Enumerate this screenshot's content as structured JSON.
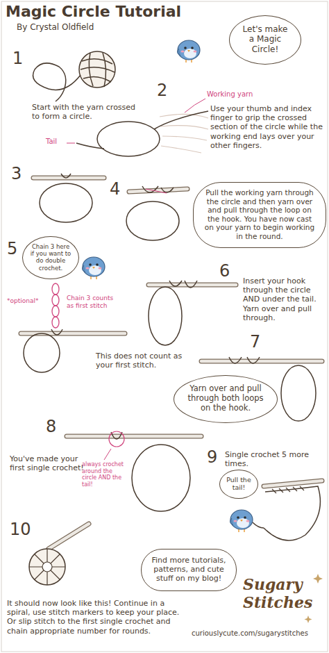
{
  "diagram": {
    "title": "Magic Circle Tutorial",
    "nodes": [
      {
        "text": [
          "Let's make a Magic Circle!"
        ]
      },
      {
        "text": [
          "Pull the working yarn through the circle and then yarn over and pull through the loop on the hook. You have now cast on your yarn to begin working in the round."
        ]
      },
      {
        "text": [
          "Chain 3 here if you want to do double crochet."
        ]
      },
      {
        "text": [
          "Yarn over and pull through both loops on the hook."
        ]
      },
      {
        "text": [
          "Pull the tail!"
        ]
      },
      {
        "text": [
          "Find more tutorials, patterns, and cute stuff on my blog!"
        ]
      }
    ],
    "labels": [
      "By Crystal Oldfield",
      "1",
      "2",
      "Working yarn",
      "Start with the yarn crossed to form a circle.",
      "Tail",
      "Use your thumb and index finger to grip the crossed section of the circle while the working end lays over your other fingers.",
      "3",
      "4",
      "5",
      "*optional*",
      "Chain 3 counts as first stitch",
      "6",
      "Insert your hook through the circle AND under the tail. Yarn over and pull through.",
      "This does not count as your first stitch.",
      "7",
      "8",
      "You've made your first single crochet!",
      "always crochet around the circle AND the tail!",
      "9",
      "Single crochet 5 more times.",
      "10",
      "It should now look like this! Continue in a spiral, use stitch markers to keep your place. Or slip stitch to the first single crochet and chain appropriate number for rounds.",
      "Sugary Stitches",
      "curiouslycute.com/sugarystitches"
    ]
  }
}
